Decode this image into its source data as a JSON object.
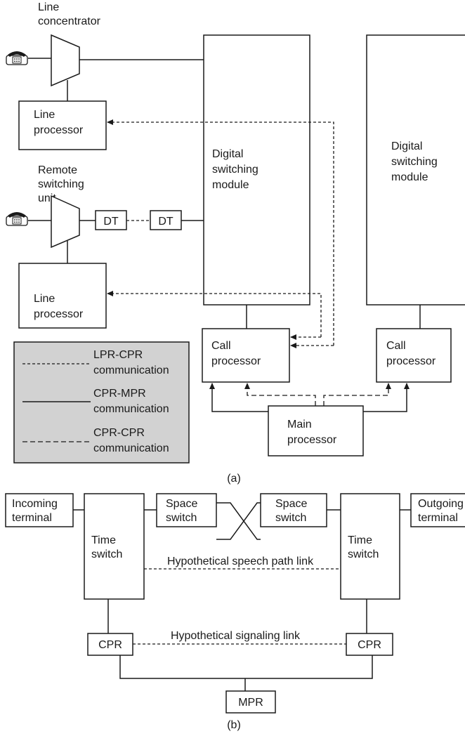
{
  "part_a": {
    "line_concentrator": [
      "Line",
      "concentrator"
    ],
    "line_processor_1": [
      "Line",
      "processor"
    ],
    "remote_switching_unit": [
      "Remote",
      "switching",
      "unit"
    ],
    "dt_left": "DT",
    "dt_right": "DT",
    "line_processor_2": [
      "Line",
      "processor"
    ],
    "digital_switching_module_1": [
      "Digital",
      "switching",
      "module"
    ],
    "digital_switching_module_2": [
      "Digital",
      "switching",
      "module"
    ],
    "call_processor_1": [
      "Call",
      "processor"
    ],
    "call_processor_2": [
      "Call",
      "processor"
    ],
    "main_processor": [
      "Main",
      "processor"
    ],
    "legend": [
      {
        "style": "fine-dashed",
        "label": [
          "LPR-CPR",
          "communication"
        ]
      },
      {
        "style": "solid",
        "label": [
          "CPR-MPR",
          "communication"
        ]
      },
      {
        "style": "dashed",
        "label": [
          "CPR-CPR",
          "communication"
        ]
      }
    ],
    "caption": "(a)"
  },
  "part_b": {
    "incoming_terminal": [
      "Incoming",
      "terminal"
    ],
    "outgoing_terminal": [
      "Outgoing",
      "terminal"
    ],
    "time_switch_left": [
      "Time",
      "switch"
    ],
    "time_switch_right": [
      "Time",
      "switch"
    ],
    "space_switch_left": [
      "Space",
      "switch"
    ],
    "space_switch_right": [
      "Space",
      "switch"
    ],
    "speech_path_link": "Hypothetical speech path link",
    "signaling_link": "Hypothetical signaling link",
    "cpr_left": "CPR",
    "cpr_right": "CPR",
    "mpr": "MPR",
    "caption": "(b)"
  },
  "icons": [
    "telephone-icon",
    "multiplexer-icon",
    "arrow-icon",
    "crossover-icon"
  ]
}
